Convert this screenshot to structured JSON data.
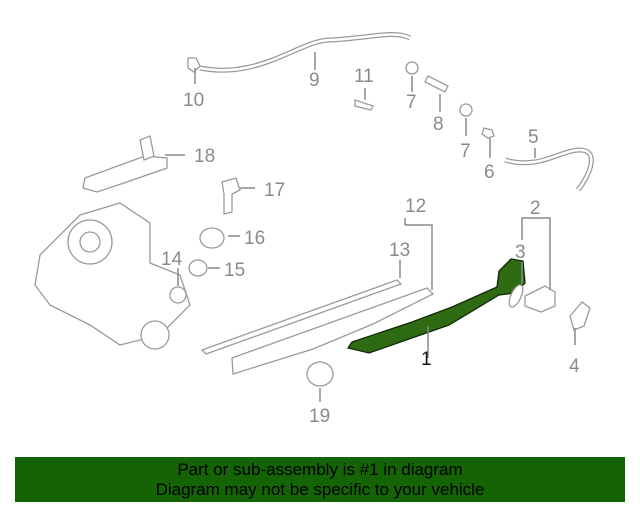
{
  "diagram": {
    "callouts": [
      "1",
      "2",
      "3",
      "4",
      "5",
      "6",
      "7",
      "7",
      "8",
      "9",
      "10",
      "11",
      "12",
      "13",
      "14",
      "15",
      "16",
      "17",
      "18",
      "19"
    ],
    "highlight_color": "#2e6b12",
    "highlighted_part": "1"
  },
  "banner": {
    "line1": "Part or sub-assembly is #1 in diagram",
    "line2": "Diagram may not be specific to your vehicle",
    "color": "#146405"
  }
}
